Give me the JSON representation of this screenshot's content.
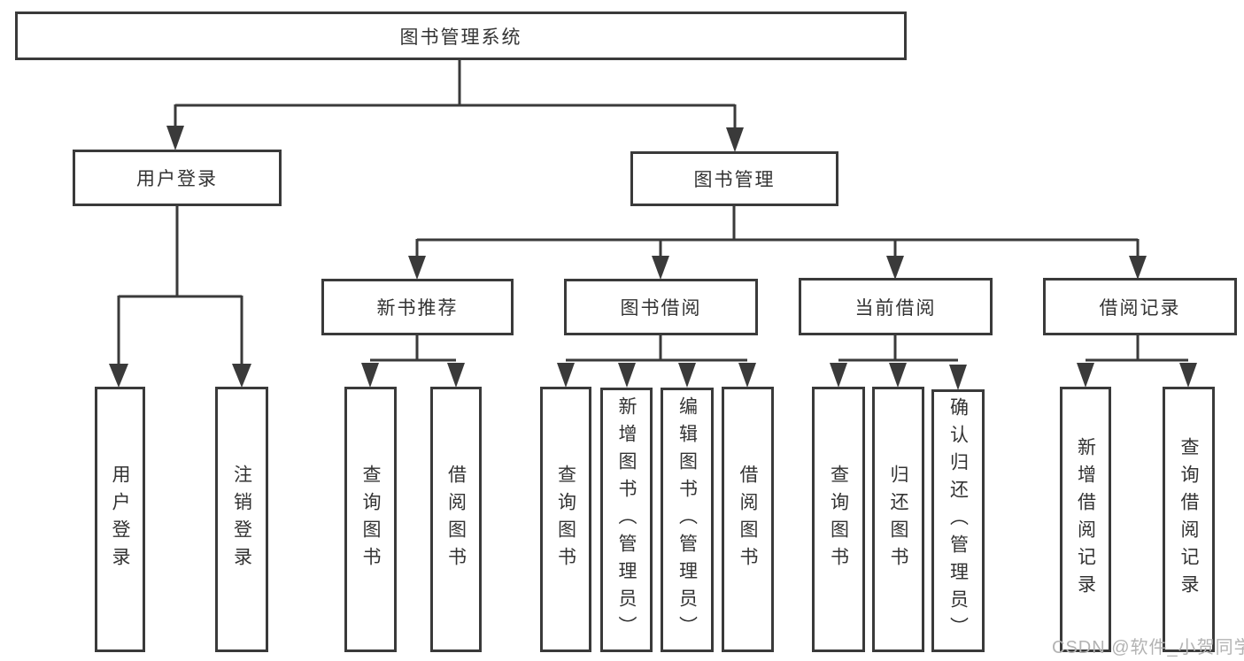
{
  "tree": {
    "root": {
      "label": "图书管理系统"
    },
    "branches": [
      {
        "label": "用户登录",
        "children": [
          {
            "label": "用户登录"
          },
          {
            "label": "注销登录"
          }
        ]
      },
      {
        "label": "图书管理",
        "children": [
          {
            "label": "新书推荐",
            "children": [
              {
                "label": "查询图书"
              },
              {
                "label": "借阅图书"
              }
            ]
          },
          {
            "label": "图书借阅",
            "children": [
              {
                "label": "查询图书"
              },
              {
                "label": "新增图书（管理员）"
              },
              {
                "label": "编辑图书（管理员）"
              },
              {
                "label": "借阅图书"
              }
            ]
          },
          {
            "label": "当前借阅",
            "children": [
              {
                "label": "查询图书"
              },
              {
                "label": "归还图书"
              },
              {
                "label": "确认归还（管理员）"
              }
            ]
          },
          {
            "label": "借阅记录",
            "children": [
              {
                "label": "新增借阅记录"
              },
              {
                "label": "查询借阅记录"
              }
            ]
          }
        ]
      }
    ]
  },
  "watermark": "CSDN @软件_小贺同学",
  "colors": {
    "line": "#3a3a3a",
    "text": "#333333",
    "watermark": "#b3b3b3",
    "background": "#ffffff"
  }
}
